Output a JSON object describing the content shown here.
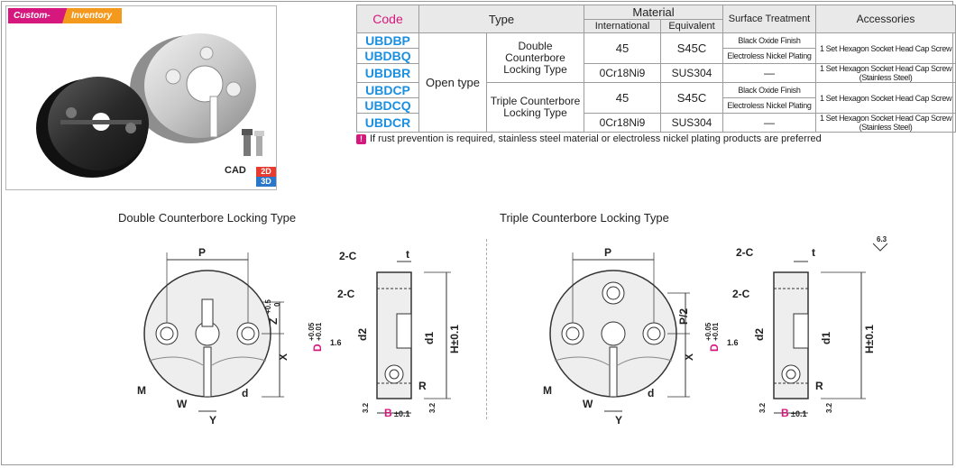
{
  "tags": {
    "custom": "Custom-made",
    "inventory": "Inventory"
  },
  "cad": {
    "label": "CAD",
    "d2": "2D",
    "d3": "3D"
  },
  "table": {
    "headers": {
      "code": "Code",
      "type": "Type",
      "material": "Material",
      "international": "International",
      "equivalent": "Equivalent",
      "surface": "Surface Treatment",
      "accessories": "Accessories"
    },
    "codes": [
      "UBDBP",
      "UBDBQ",
      "UBDBR",
      "UBDCP",
      "UBDCQ",
      "UBDCR"
    ],
    "open_type": "Open type",
    "double_type": "Double Counterbore Locking Type",
    "triple_type": "Triple Counterbore Locking Type",
    "mat_45": "45",
    "mat_s45c": "S45C",
    "mat_sus_int": "0Cr18Ni9",
    "mat_sus_eq": "SUS304",
    "black_oxide": "Black Oxide Finish",
    "nickel": "Electroless Nickel Plating",
    "dash": "—",
    "acc_line": "1 Set Hexagon Socket Head Cap Screw",
    "acc_line2": "1 Set Hexagon Socket Head Cap Screw (Stainless Steel)"
  },
  "note": "If rust prevention is required, stainless steel material or electroless nickel plating products are preferred",
  "drawings": {
    "left_title": "Double Counterbore Locking Type",
    "right_title": "Triple Counterbore Locking Type",
    "labels": {
      "P": "P",
      "t": "t",
      "c2": "2-C",
      "Z": "Z",
      "Zsup": "+0.5",
      "Zsub": "0",
      "X": "X",
      "D": "D",
      "Dsup": "+0.05",
      "Dsub": "+0.01",
      "d2": "d2",
      "d1": "d1",
      "H": "H±0.1",
      "R": "R",
      "B": "B",
      "Btol": "±0.1",
      "M": "M",
      "W": "W",
      "Y": "Y",
      "d": "d",
      "p2": "P/2",
      "r16": "1.6",
      "r32": "3.2",
      "r63": "6.3"
    }
  }
}
